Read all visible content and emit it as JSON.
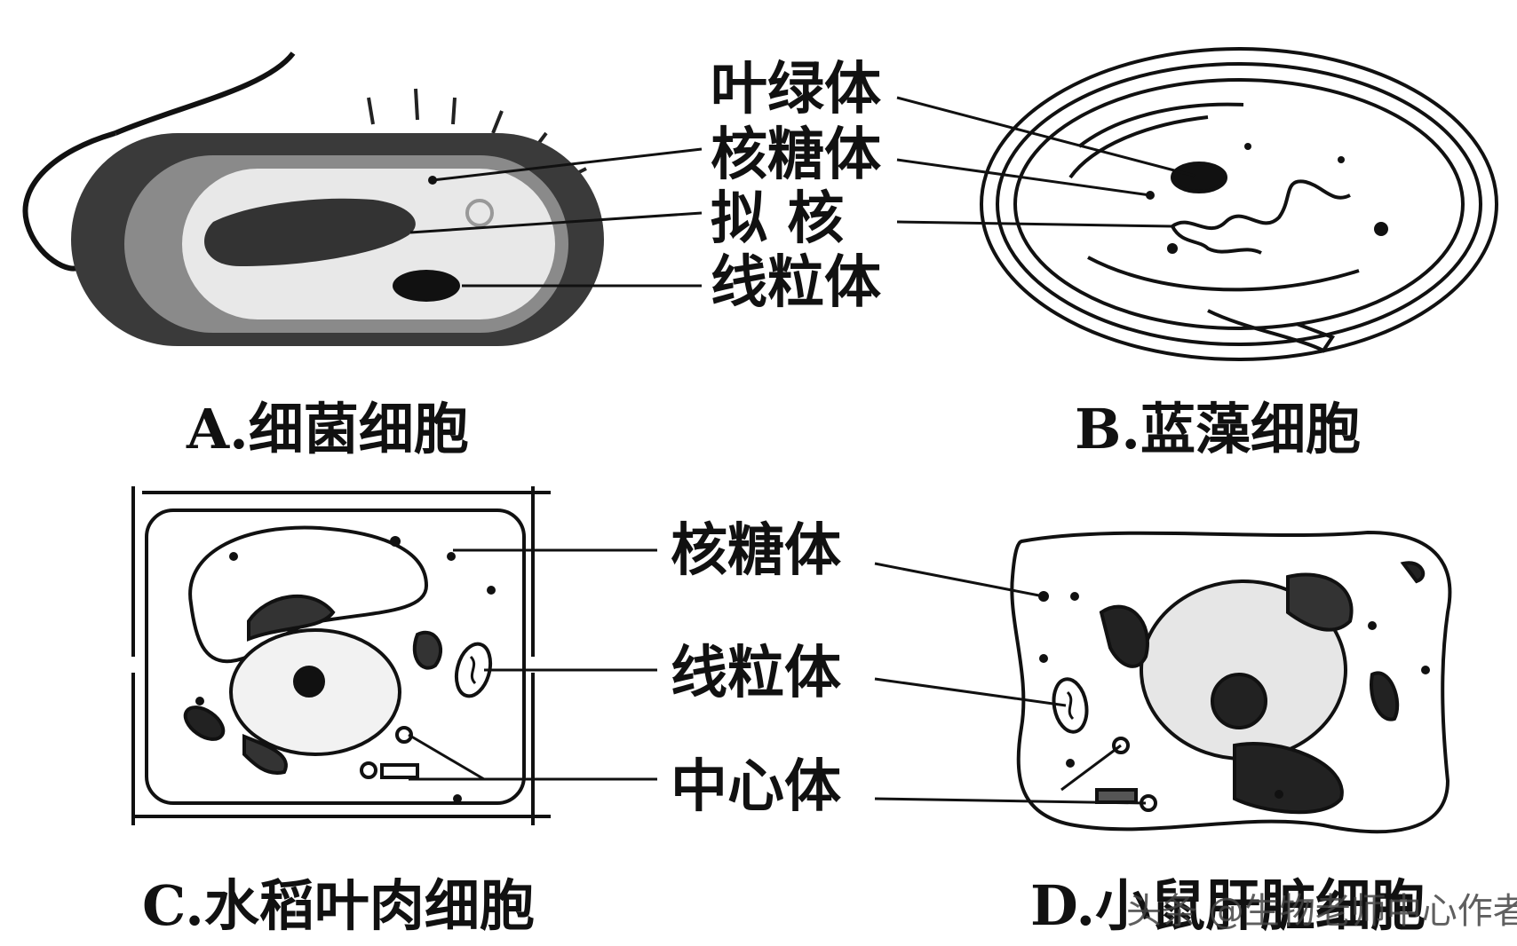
{
  "panels": {
    "a": {
      "caption": "A.细菌细胞"
    },
    "b": {
      "caption": "B.蓝藻细胞"
    },
    "c": {
      "caption": "C.水稻叶肉细胞"
    },
    "d": {
      "caption": "D.小鼠肝脏细胞"
    }
  },
  "top_labels": {
    "chloroplast": "叶绿体",
    "ribosome": "核糖体",
    "nucleoid": "拟 核",
    "mitochondrion": "线粒体"
  },
  "bottom_labels": {
    "ribosome": "核糖体",
    "mitochondrion": "线粒体",
    "centrosome": "中心体"
  },
  "watermark": "头条 @生物老师中心作者"
}
